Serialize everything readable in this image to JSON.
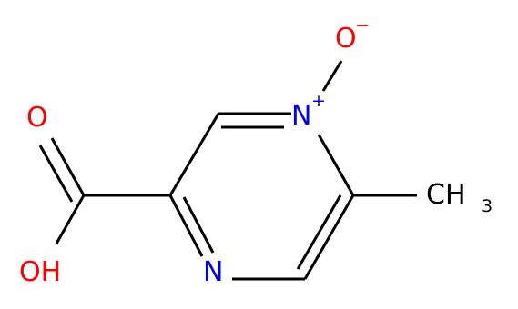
{
  "atoms": {
    "oxide_o": "O",
    "oxide_charge": "−",
    "ring_n_plus": "N",
    "ring_n_charge": "+",
    "ring_n": "N",
    "carbonyl_o": "O",
    "hydroxyl": "OH",
    "methyl_c": "CH",
    "methyl_sub": "3"
  },
  "colors": {
    "bond": "#000000",
    "oxygen": "#ff0000",
    "nitrogen": "#0000ff",
    "carbon": "#000000"
  }
}
